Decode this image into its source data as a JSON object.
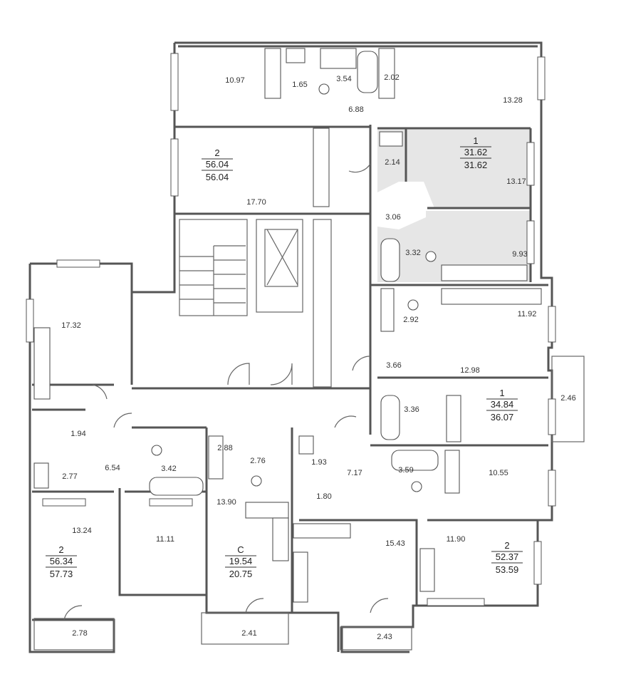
{
  "rooms": [
    {
      "id": "r1",
      "label": "10.97"
    },
    {
      "id": "r2",
      "label": "1.65"
    },
    {
      "id": "r3",
      "label": "3.54"
    },
    {
      "id": "r4",
      "label": "2.02"
    },
    {
      "id": "r5",
      "label": "13.28"
    },
    {
      "id": "r6",
      "label": "6.88"
    },
    {
      "id": "r7",
      "label": "17.70"
    },
    {
      "id": "r8",
      "label": "2.14"
    },
    {
      "id": "r9",
      "label": "13.17"
    },
    {
      "id": "r10",
      "label": "3.06"
    },
    {
      "id": "r11",
      "label": "3.32"
    },
    {
      "id": "r12",
      "label": "9.93"
    },
    {
      "id": "r13",
      "label": "17.32"
    },
    {
      "id": "r14",
      "label": "11.92"
    },
    {
      "id": "r15",
      "label": "2.92"
    },
    {
      "id": "r16",
      "label": "3.66"
    },
    {
      "id": "r17",
      "label": "12.98"
    },
    {
      "id": "r18",
      "label": "3.36"
    },
    {
      "id": "r19",
      "label": "2.46"
    },
    {
      "id": "r20",
      "label": "1.94"
    },
    {
      "id": "r21",
      "label": "6.54"
    },
    {
      "id": "r22",
      "label": "2.77"
    },
    {
      "id": "r23",
      "label": "3.42"
    },
    {
      "id": "r24",
      "label": "2.88"
    },
    {
      "id": "r25",
      "label": "2.76"
    },
    {
      "id": "r26",
      "label": "1.93"
    },
    {
      "id": "r27",
      "label": "7.17"
    },
    {
      "id": "r28",
      "label": "3.59"
    },
    {
      "id": "r29",
      "label": "10.55"
    },
    {
      "id": "r30",
      "label": "1.80"
    },
    {
      "id": "r31",
      "label": "13.90"
    },
    {
      "id": "r32",
      "label": "13.24"
    },
    {
      "id": "r33",
      "label": "11.11"
    },
    {
      "id": "r34",
      "label": "15.43"
    },
    {
      "id": "r35",
      "label": "11.90"
    },
    {
      "id": "r36",
      "label": "2.78"
    },
    {
      "id": "r37",
      "label": "2.41"
    },
    {
      "id": "r38",
      "label": "2.43"
    }
  ],
  "apartments": [
    {
      "id": "a1",
      "rooms": "2",
      "living": "56.04",
      "total": "56.04"
    },
    {
      "id": "a2",
      "rooms": "1",
      "living": "31.62",
      "total": "31.62"
    },
    {
      "id": "a3",
      "rooms": "1",
      "living": "34.84",
      "total": "36.07"
    },
    {
      "id": "a4",
      "rooms": "2",
      "living": "56.34",
      "total": "57.73"
    },
    {
      "id": "a5",
      "rooms": "С",
      "living": "19.54",
      "total": "20.75"
    },
    {
      "id": "a6",
      "rooms": "2",
      "living": "52.37",
      "total": "53.59"
    }
  ],
  "colors": {
    "wall": "#555555",
    "highlight": "#e6e6e6",
    "background": "#ffffff"
  }
}
